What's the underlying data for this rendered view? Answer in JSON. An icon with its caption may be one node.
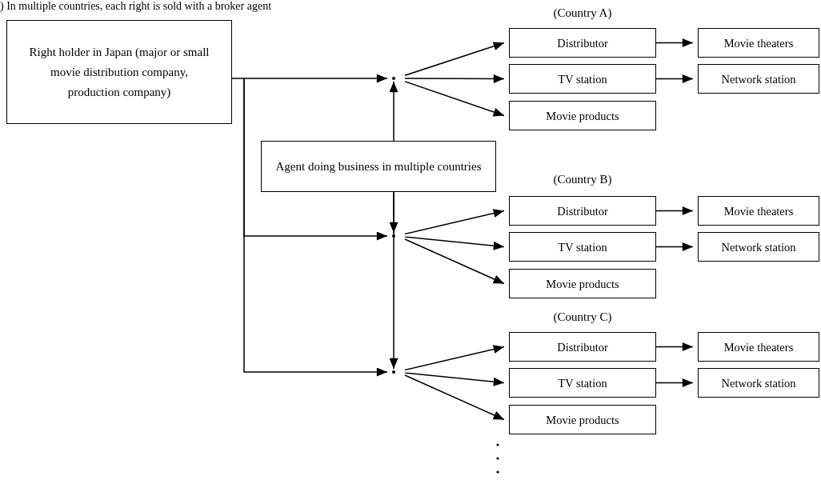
{
  "diagram": {
    "title": ") In multiple countries, each right is sold with a broker agent",
    "nodes": [
      {
        "text": [
          "Right holder in Japan (major or small movie distribution company, production company)"
        ]
      },
      {
        "text": [],
        "shape": "point"
      },
      {
        "text": [
          "Distributor"
        ]
      },
      {
        "text": [
          "Movie theaters"
        ]
      },
      {
        "text": [
          "TV station"
        ]
      },
      {
        "text": [
          "Network station"
        ]
      },
      {
        "text": [
          "Movie products"
        ]
      },
      {
        "text": [
          "Agent doing business in multiple countries"
        ]
      },
      {
        "text": [],
        "shape": "point"
      },
      {
        "text": [
          "Distributor"
        ]
      },
      {
        "text": [
          "Movie theaters"
        ]
      },
      {
        "text": [
          "TV station"
        ]
      },
      {
        "text": [
          "Network station"
        ]
      },
      {
        "text": [
          "Movie products"
        ]
      },
      {
        "text": [],
        "shape": "point"
      },
      {
        "text": [
          "Distributor"
        ]
      },
      {
        "text": [
          "Movie theaters"
        ]
      },
      {
        "text": [
          "TV station"
        ]
      },
      {
        "text": [
          "Network station"
        ]
      },
      {
        "text": [
          "Movie products"
        ]
      }
    ],
    "edges": [
      {
        "from": 0,
        "to": 1,
        "arrow": "to"
      },
      {
        "from": 0,
        "to": 8,
        "arrow": "to"
      },
      {
        "from": 0,
        "to": 14,
        "arrow": "to"
      },
      {
        "from": 7,
        "to": 1,
        "arrow": "to"
      },
      {
        "from": 7,
        "to": 8,
        "arrow": "to"
      },
      {
        "from": 7,
        "to": 14,
        "arrow": "to"
      },
      {
        "from": 1,
        "to": 2,
        "arrow": "to"
      },
      {
        "from": 1,
        "to": 4,
        "arrow": "to"
      },
      {
        "from": 1,
        "to": 6,
        "arrow": "to"
      },
      {
        "from": 2,
        "to": 3,
        "arrow": "to"
      },
      {
        "from": 4,
        "to": 5,
        "arrow": "to"
      },
      {
        "from": 8,
        "to": 9,
        "arrow": "to"
      },
      {
        "from": 8,
        "to": 11,
        "arrow": "to"
      },
      {
        "from": 8,
        "to": 13,
        "arrow": "to"
      },
      {
        "from": 9,
        "to": 10,
        "arrow": "to"
      },
      {
        "from": 11,
        "to": 12,
        "arrow": "to"
      },
      {
        "from": 14,
        "to": 15,
        "arrow": "to"
      },
      {
        "from": 14,
        "to": 17,
        "arrow": "to"
      },
      {
        "from": 14,
        "to": 19,
        "arrow": "to"
      },
      {
        "from": 15,
        "to": 16,
        "arrow": "to"
      },
      {
        "from": 17,
        "to": 18,
        "arrow": "to"
      }
    ],
    "labels": [
      "(Country A)",
      "(Country B)",
      "(Country C)"
    ]
  }
}
